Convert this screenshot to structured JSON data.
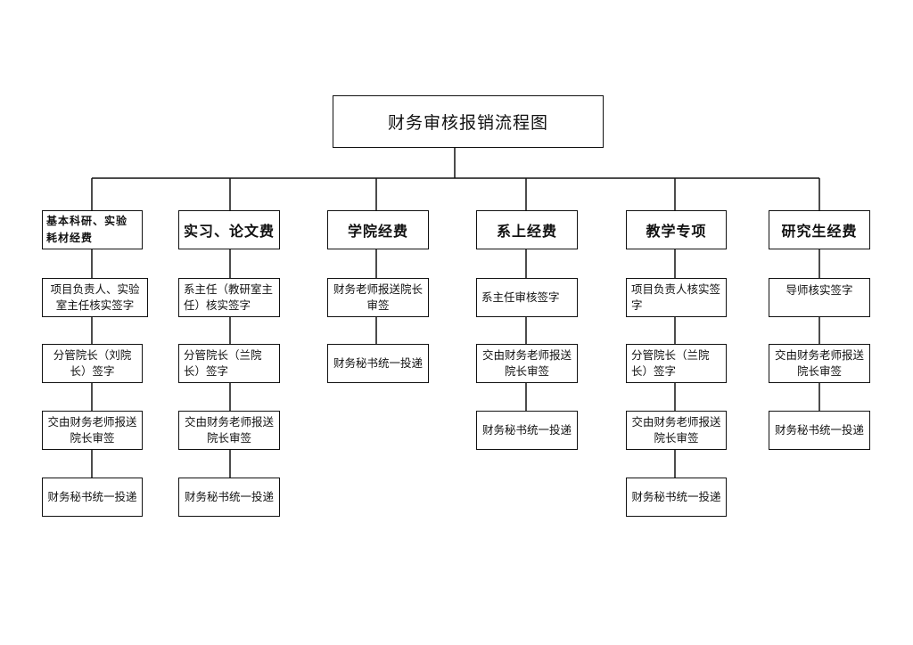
{
  "title": "财务审核报销流程图",
  "columns": [
    {
      "heading": "基本科研、实验耗材经费",
      "steps": [
        "项目负责人、实验室主任核实签字",
        "分管院长（刘院长）签字",
        "交由财务老师报送院长审签",
        "财务秘书统一投递"
      ]
    },
    {
      "heading": "实习、论文费",
      "steps": [
        "系主任（教研室主任）核实签字",
        "分管院长（兰院长）签字",
        "交由财务老师报送院长审签",
        "财务秘书统一投递"
      ]
    },
    {
      "heading": "学院经费",
      "steps": [
        "财务老师报送院长审签",
        "财务秘书统一投递"
      ]
    },
    {
      "heading": "系上经费",
      "steps": [
        "系主任审核签字",
        "交由财务老师报送院长审签",
        "财务秘书统一投递"
      ]
    },
    {
      "heading": "教学专项",
      "steps": [
        "项目负责人核实签字",
        "分管院长（兰院长）签字",
        "交由财务老师报送院长审签",
        "财务秘书统一投递"
      ]
    },
    {
      "heading": "研究生经费",
      "steps": [
        "导师核实签字",
        "交由财务老师报送院长审签",
        "财务秘书统一投递"
      ]
    }
  ]
}
